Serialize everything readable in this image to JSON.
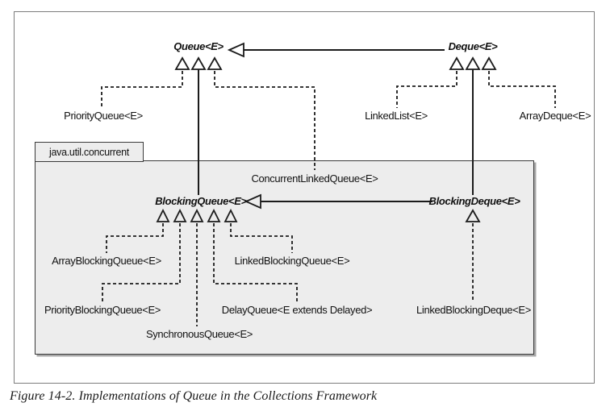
{
  "figure": {
    "caption": "Figure 14-2. Implementations of Queue in the Collections Framework"
  },
  "package": {
    "label": "java.util.concurrent"
  },
  "nodes": {
    "queue": "Queue<E>",
    "deque": "Deque<E>",
    "priority_queue": "PriorityQueue<E>",
    "linked_list": "LinkedList<E>",
    "array_deque": "ArrayDeque<E>",
    "concurrent_linked_queue": "ConcurrentLinkedQueue<E>",
    "blocking_queue": "BlockingQueue<E>",
    "blocking_deque": "BlockingDeque<E>",
    "array_blocking_queue": "ArrayBlockingQueue<E>",
    "linked_blocking_queue": "LinkedBlockingQueue<E>",
    "priority_blocking_queue": "PriorityBlockingQueue<E>",
    "delay_queue": "DelayQueue<E extends Delayed>",
    "synchronous_queue": "SynchronousQueue<E>",
    "linked_blocking_deque": "LinkedBlockingDeque<E>"
  },
  "relationships": [
    {
      "from": "Deque<E>",
      "to": "Queue<E>",
      "style": "solid-generalization"
    },
    {
      "from": "PriorityQueue<E>",
      "to": "Queue<E>",
      "style": "dashed-realization"
    },
    {
      "from": "BlockingQueue<E>",
      "to": "Queue<E>",
      "style": "solid-generalization"
    },
    {
      "from": "ConcurrentLinkedQueue<E>",
      "to": "Queue<E>",
      "style": "dashed-realization"
    },
    {
      "from": "LinkedList<E>",
      "to": "Deque<E>",
      "style": "dashed-realization"
    },
    {
      "from": "BlockingDeque<E>",
      "to": "Deque<E>",
      "style": "solid-generalization"
    },
    {
      "from": "ArrayDeque<E>",
      "to": "Deque<E>",
      "style": "dashed-realization"
    },
    {
      "from": "BlockingDeque<E>",
      "to": "BlockingQueue<E>",
      "style": "solid-generalization"
    },
    {
      "from": "ArrayBlockingQueue<E>",
      "to": "BlockingQueue<E>",
      "style": "dashed-realization"
    },
    {
      "from": "PriorityBlockingQueue<E>",
      "to": "BlockingQueue<E>",
      "style": "dashed-realization"
    },
    {
      "from": "SynchronousQueue<E>",
      "to": "BlockingQueue<E>",
      "style": "dashed-realization"
    },
    {
      "from": "DelayQueue<E extends Delayed>",
      "to": "BlockingQueue<E>",
      "style": "dashed-realization"
    },
    {
      "from": "LinkedBlockingQueue<E>",
      "to": "BlockingQueue<E>",
      "style": "dashed-realization"
    },
    {
      "from": "LinkedBlockingDeque<E>",
      "to": "BlockingDeque<E>",
      "style": "dashed-realization"
    }
  ],
  "colors": {
    "line": "#1b1b1b",
    "package_fill": "#ededed",
    "frame_border": "#7d7d7d",
    "background": "#ffffff"
  }
}
